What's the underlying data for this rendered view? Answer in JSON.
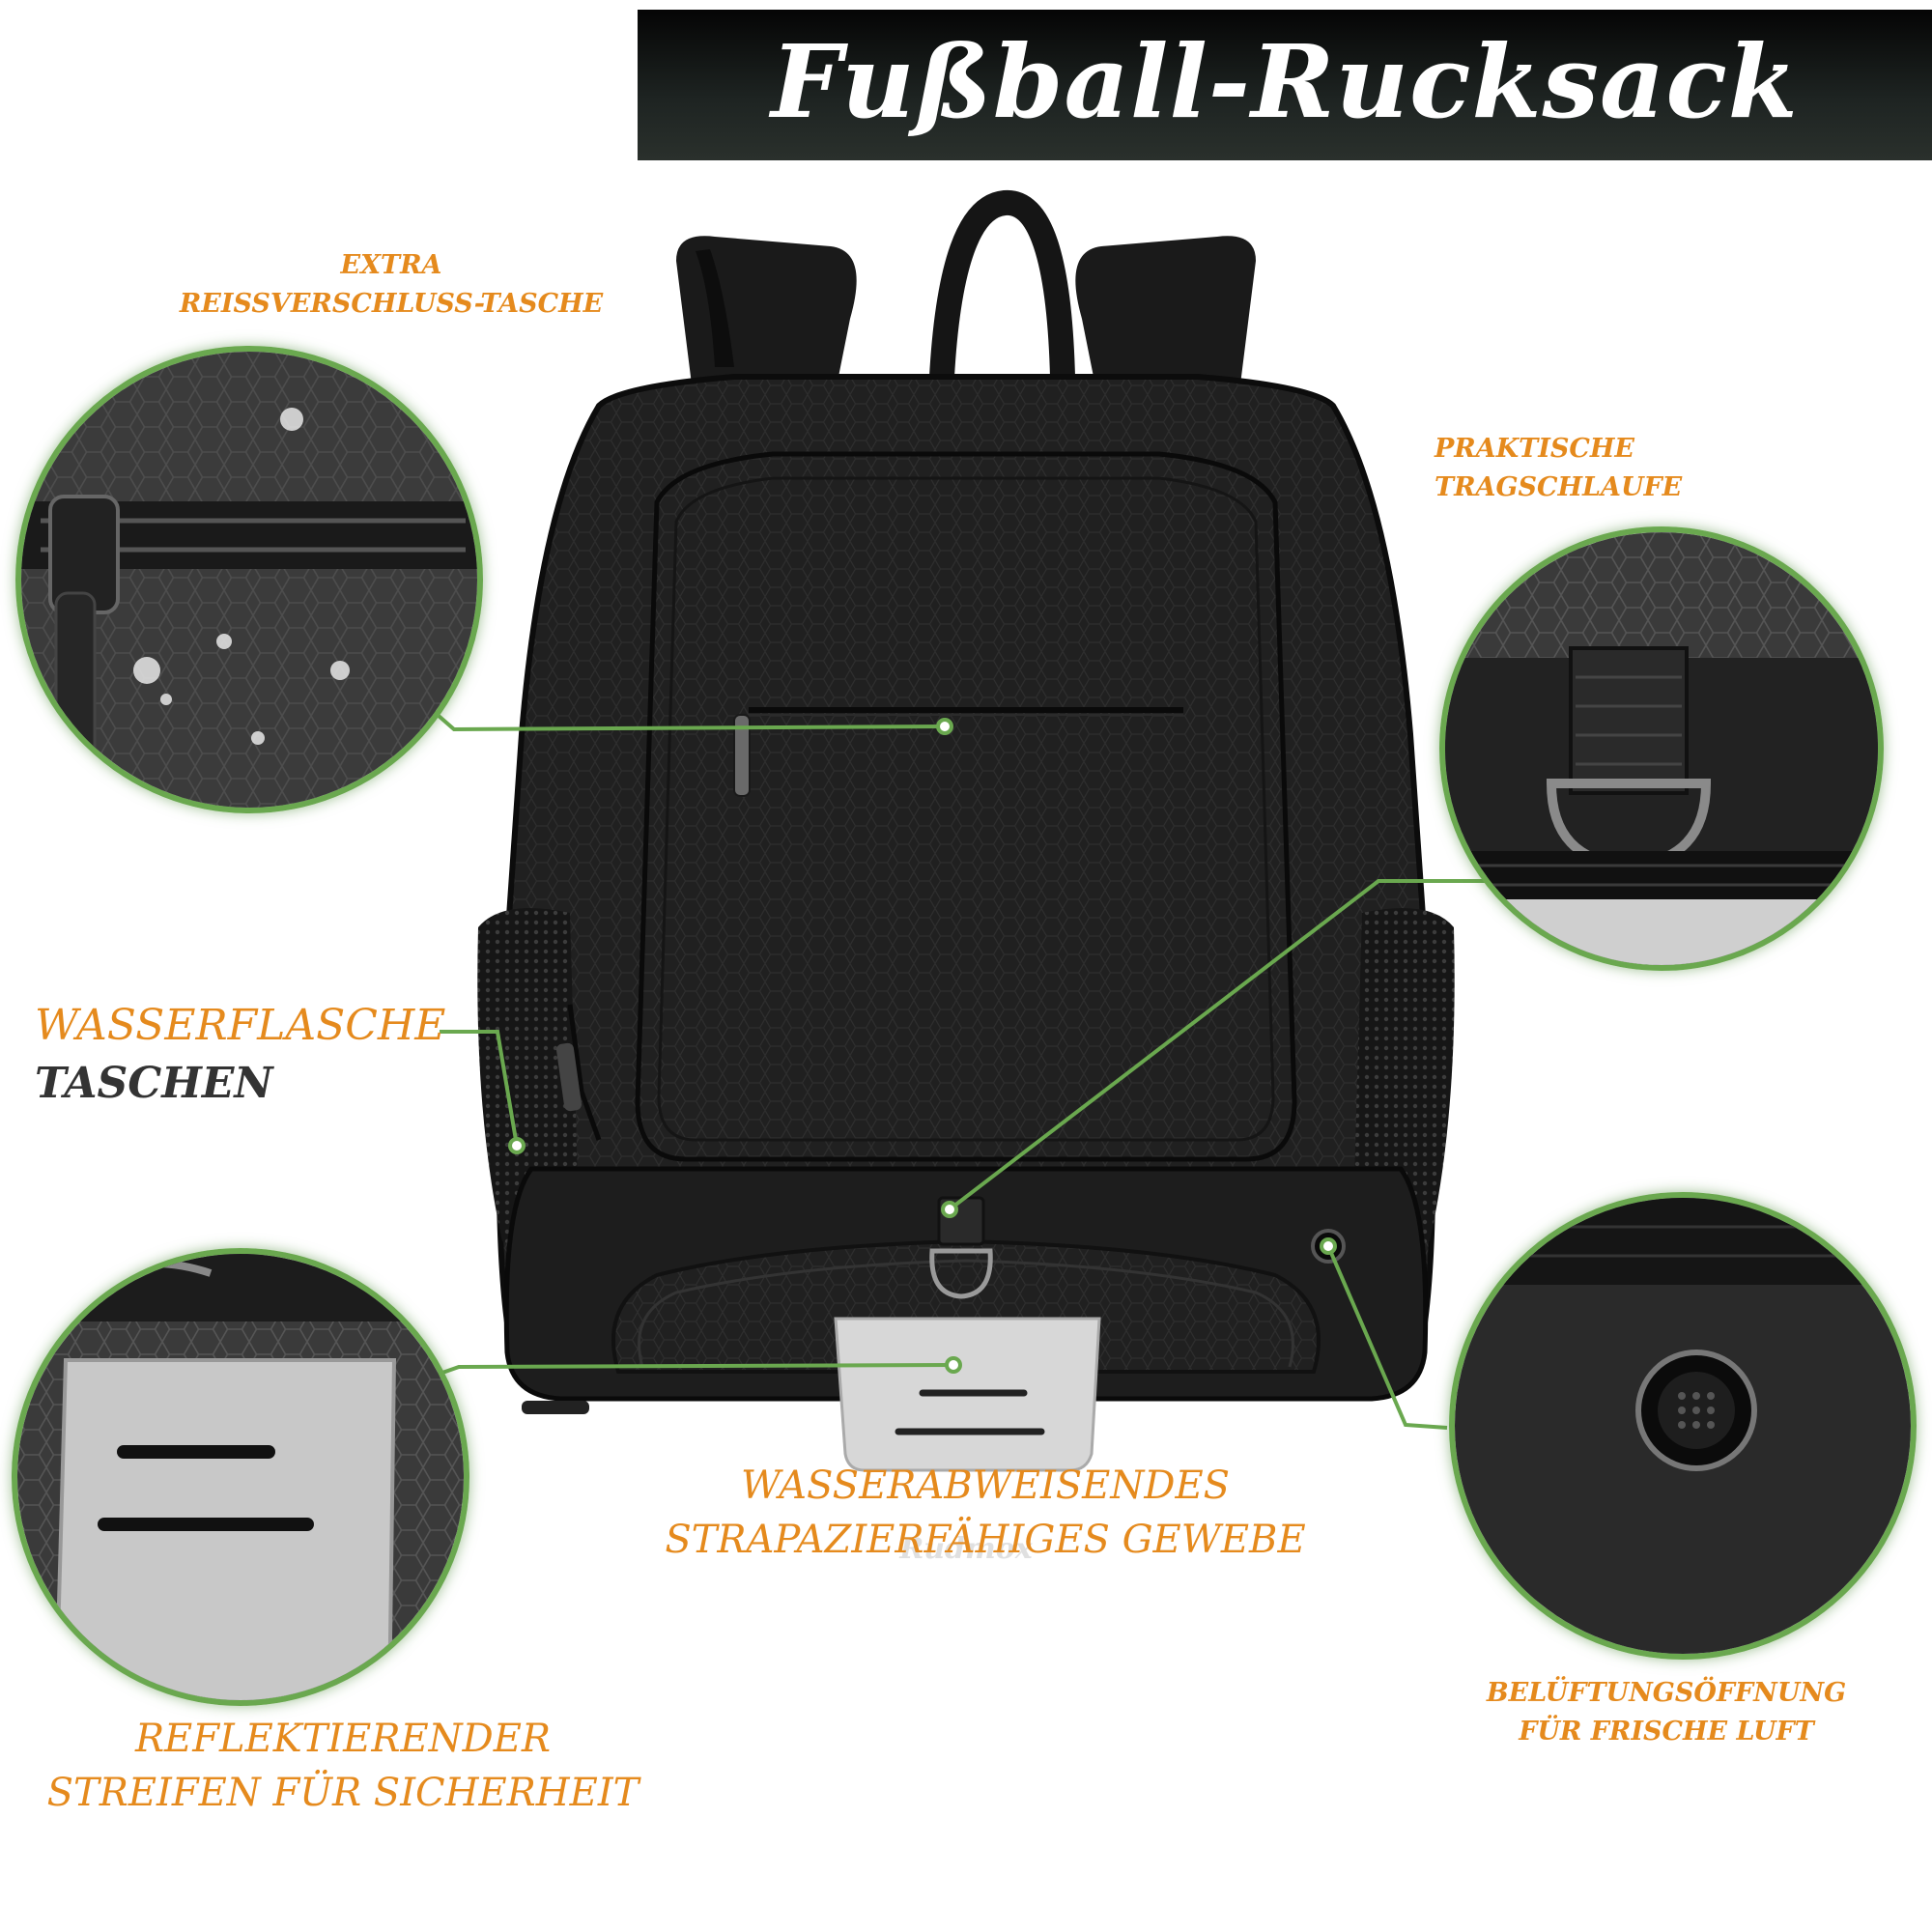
{
  "title": "Fußball-Rucksack",
  "brand": "Rudmox",
  "features": {
    "zipper_pocket": {
      "line1": "EXTRA",
      "line2": "REISSVERSCHLUSS-TASCHE"
    },
    "carry_loop": {
      "line1": "PRAKTISCHE",
      "line2": "TRAGSCHLAUFE"
    },
    "bottle_pockets": {
      "line1": "WASSERFLASCHE",
      "line2": "TASCHEN"
    },
    "fabric": {
      "line1": "WASSERABWEISENDES",
      "line2": "STRAPAZIERFÄHIGES GEWEBE"
    },
    "vent": {
      "line1": "BELÜFTUNGSÖFFNUNG",
      "line2": "FÜR FRISCHE LUFT"
    },
    "reflective": {
      "line1": "REFLEKTIERENDER",
      "line2": "STREIFEN FÜR SICHERHEIT"
    }
  },
  "colors": {
    "accent_orange": "#e58a1d",
    "callout_green": "#6aa84f",
    "backpack_black": "#1c1c1c",
    "banner_dark": "#0b0e0d"
  },
  "icons": [
    "zipper-pull-icon",
    "d-ring-icon",
    "vent-grille-icon",
    "reflective-patch-icon"
  ]
}
